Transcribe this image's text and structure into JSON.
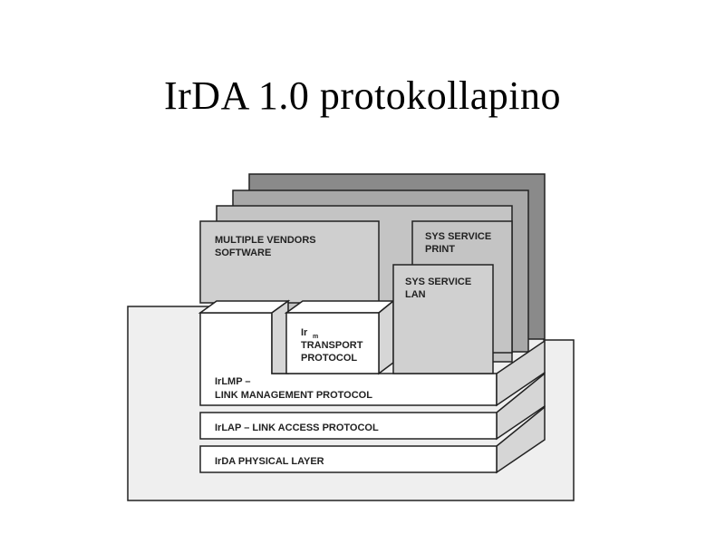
{
  "slide": {
    "title": "IrDA 1.0 protokollapino"
  },
  "diagram": {
    "layers": {
      "physical": "IrDA PHYSICAL LAYER",
      "lap": "IrLAP – LINK ACCESS PROTOCOL",
      "lmp_line1": "IrLMP –",
      "lmp_line2": "LINK MANAGEMENT PROTOCOL"
    },
    "transport": {
      "prefix": "Ir",
      "subscript": "m",
      "line2": "TRANSPORT",
      "line3": "PROTOCOL"
    },
    "apps": {
      "vendors_line1": "MULTIPLE VENDORS",
      "vendors_line2": "SOFTWARE",
      "print_line1": "SYS SERVICE",
      "print_line2": "PRINT",
      "lan_line1": "SYS SERVICE",
      "lan_line2": "LAN"
    },
    "colors": {
      "background_panel": "#efefef",
      "back_panel": "#8a8a8a",
      "mid_panel": "#b8b8b8",
      "front_panel": "#d0d0d0",
      "layer_face": "#ffffff",
      "layer_side": "#d6d6d6"
    }
  }
}
